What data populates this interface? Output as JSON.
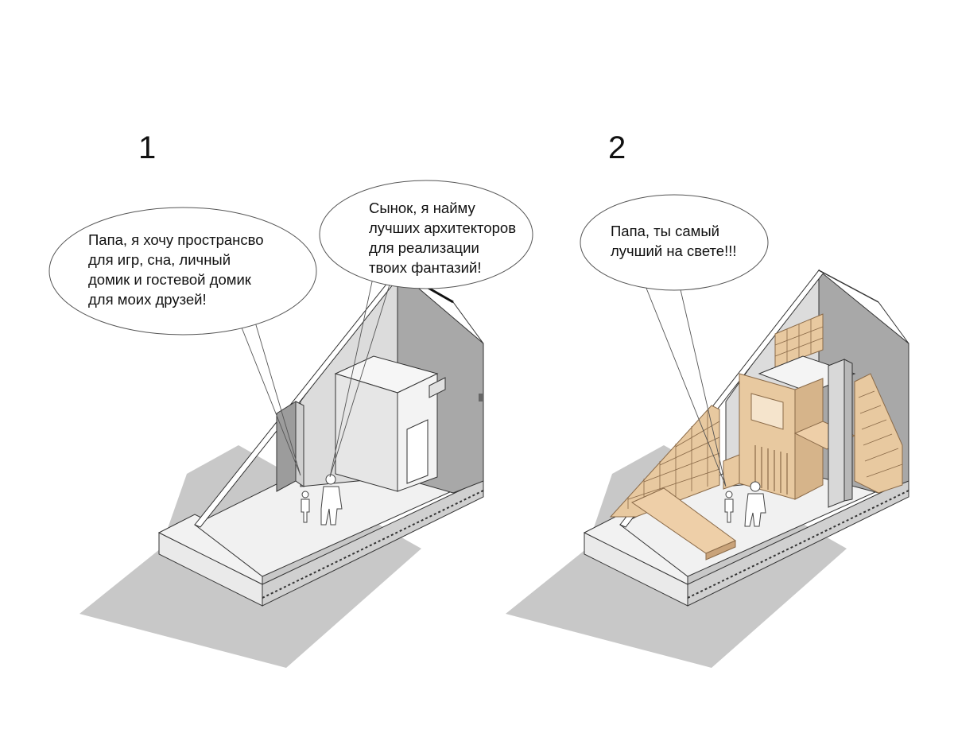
{
  "panels": [
    {
      "number": "1",
      "bubbles": [
        {
          "lines": [
            "Папа, я хочу пространсво",
            "для игр, сна, личный",
            "домик и гостевой домик",
            "для моих друзей!"
          ]
        },
        {
          "lines": [
            "Сынок, я найму",
            "лучших архитекторов",
            "для реализации",
            "твоих фантазий!"
          ]
        }
      ]
    },
    {
      "number": "2",
      "bubbles": [
        {
          "lines": [
            "Папа, ты самый",
            "лучший на свете!!!"
          ]
        }
      ]
    }
  ],
  "colors": {
    "shadow": "#c8c8c8",
    "wall_light": "#f4f4f4",
    "wall_mid": "#d9d9d9",
    "wall_dark": "#a9a9a9",
    "wood": "#e8c9a0",
    "wood_dark": "#c9a37a",
    "line": "#333333"
  }
}
